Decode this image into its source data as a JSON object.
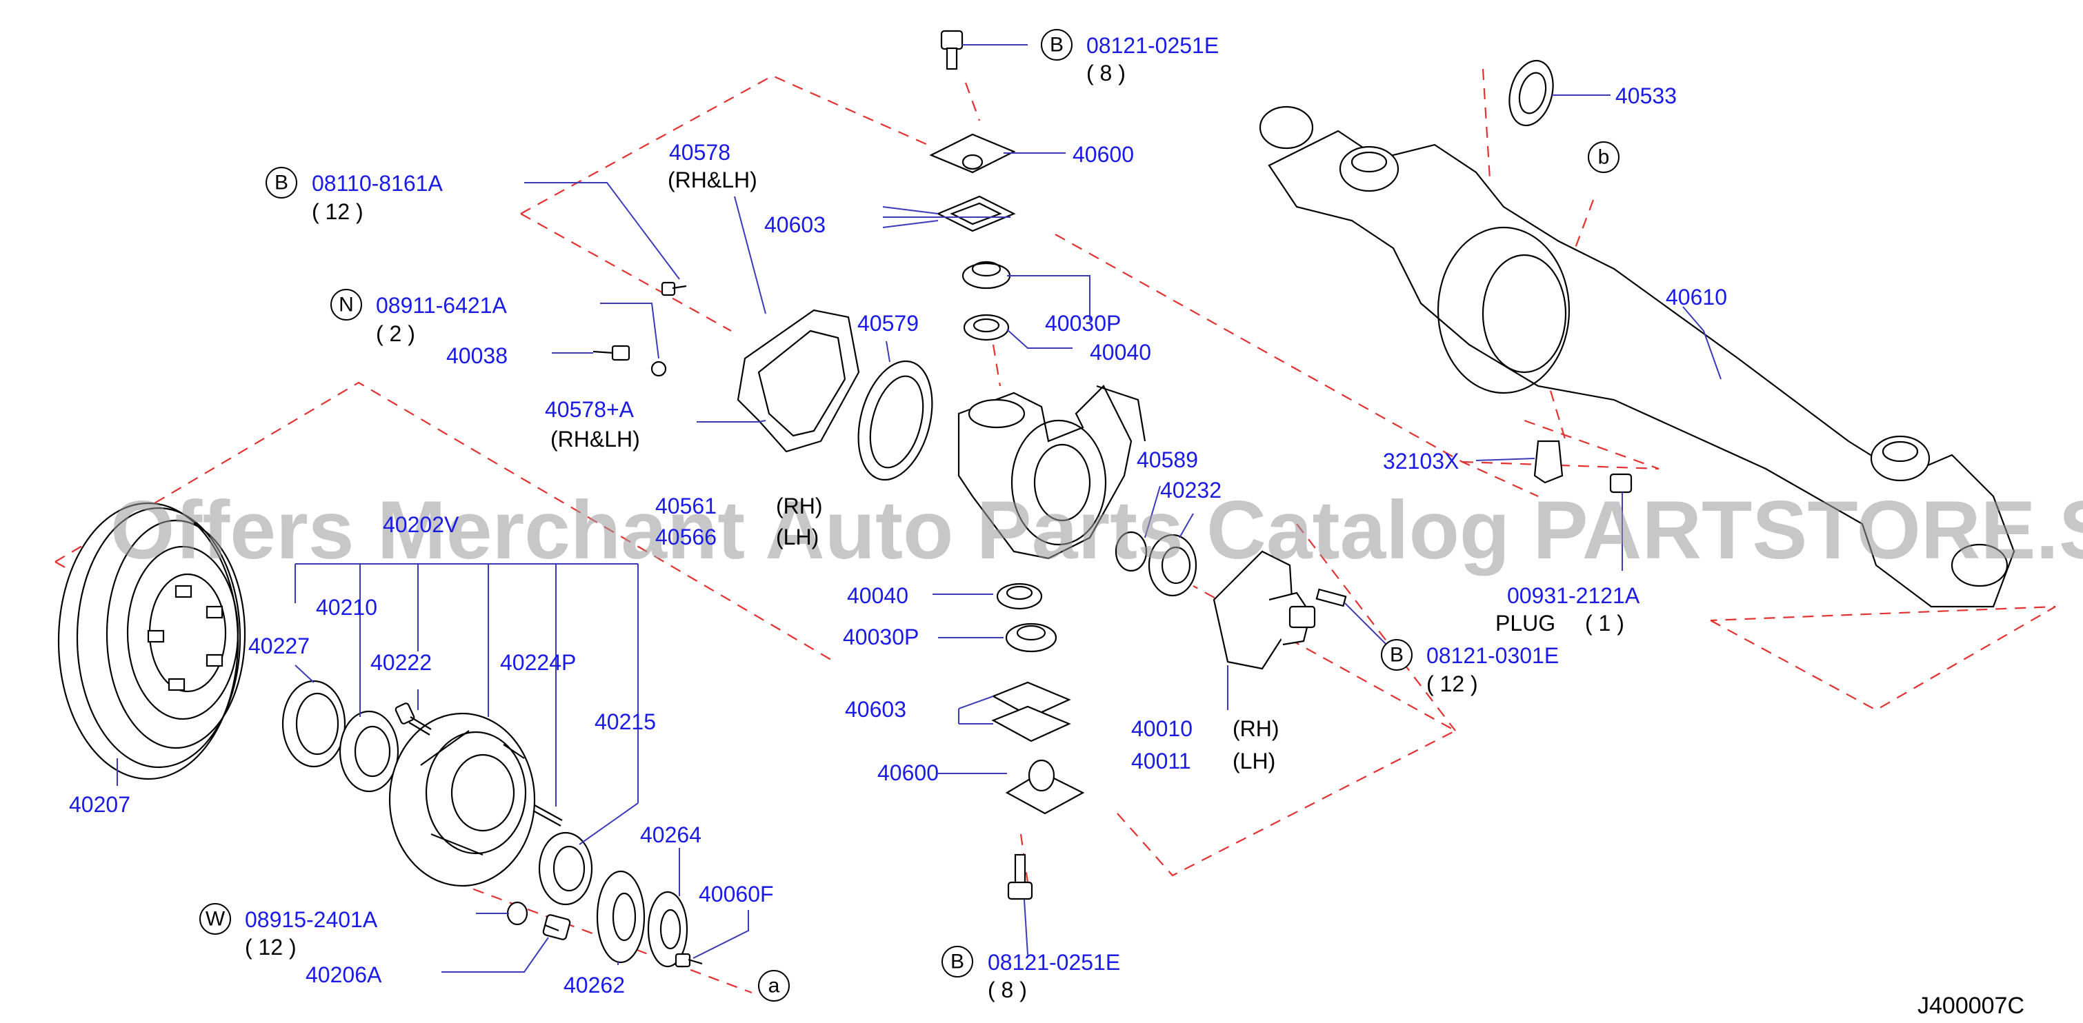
{
  "watermark": "Offers Merchant Auto Parts Catalog PARTSTORE.SA",
  "diagram_ref": "J400007C",
  "callouts": [
    {
      "letter": "B",
      "code": "08121-0251E",
      "qty": "( 8 )"
    },
    {
      "letter": "B",
      "code": "08110-8161A",
      "qty": "( 12 )"
    },
    {
      "letter": "N",
      "code": "08911-6421A",
      "qty": "( 2 )"
    },
    {
      "letter": "B",
      "code": "08121-0301E",
      "qty": "( 12 )"
    },
    {
      "letter": "W",
      "code": "08915-2401A",
      "qty": "( 12 )"
    },
    {
      "letter": "B",
      "code": "08121-0251E",
      "qty": "( 8 )"
    }
  ],
  "refs": {
    "a": "a",
    "b": "b"
  },
  "parts": {
    "p40533": "40533",
    "p40600_top": "40600",
    "p40603_top": "40603",
    "p40030P_top": "40030P",
    "p40040_top": "40040",
    "p40578": "40578",
    "p40578_side": "(RH&LH)",
    "p40579": "40579",
    "p40038": "40038",
    "p40578A": "40578+A",
    "p40578A_side": "(RH&LH)",
    "p40610": "40610",
    "p32103X": "32103X",
    "p00931": "00931-2121A",
    "p00931_name": "PLUG",
    "p00931_qty": "( 1 )",
    "p40589": "40589",
    "p40232": "40232",
    "p40561": "40561",
    "p40561_side": "(RH)",
    "p40566": "40566",
    "p40566_side": "(LH)",
    "p40202V": "40202V",
    "p40210": "40210",
    "p40227": "40227",
    "p40222": "40222",
    "p40224P": "40224P",
    "p40215": "40215",
    "p40207": "40207",
    "p40040_bot": "40040",
    "p40030P_bot": "40030P",
    "p40603_bot": "40603",
    "p40600_bot": "40600",
    "p40010": "40010",
    "p40010_side": "(RH)",
    "p40011": "40011",
    "p40011_side": "(LH)",
    "p40264": "40264",
    "p40060F": "40060F",
    "p40206A": "40206A",
    "p40262": "40262"
  }
}
